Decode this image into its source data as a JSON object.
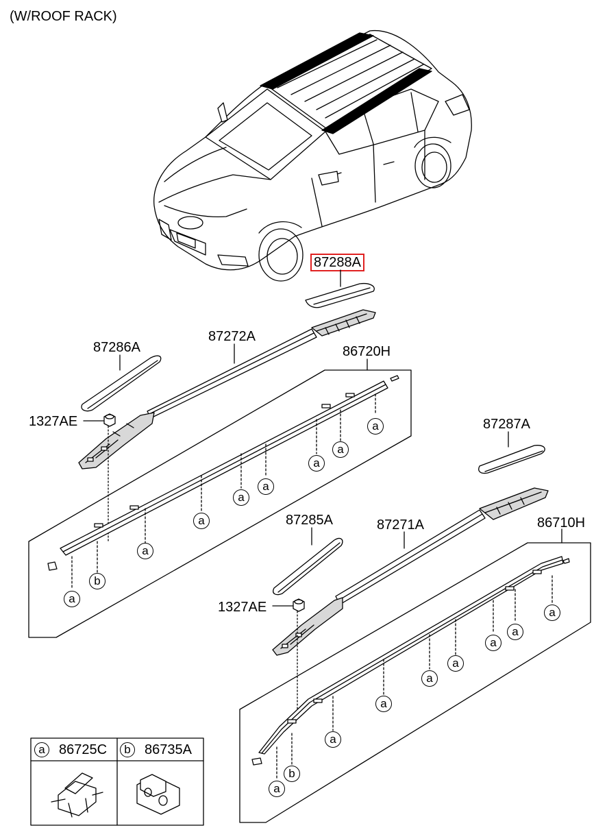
{
  "header": {
    "title": "(W/ROOF RACK)"
  },
  "parts": {
    "p87288A": "87288A",
    "p87272A": "87272A",
    "p87286A": "87286A",
    "p86720H": "86720H",
    "p1327AE_upper": "1327AE",
    "p87287A": "87287A",
    "p87285A": "87285A",
    "p87271A": "87271A",
    "p86710H": "86710H",
    "p1327AE_lower": "1327AE"
  },
  "highlighted_part": "87288A",
  "callouts": {
    "a": "a",
    "b": "b"
  },
  "legend": {
    "items": [
      {
        "key": "a",
        "part": "86725C"
      },
      {
        "key": "b",
        "part": "86735A"
      }
    ]
  },
  "colors": {
    "highlight": "#e02020",
    "line": "#000000",
    "shade": "#d8d8d8"
  }
}
